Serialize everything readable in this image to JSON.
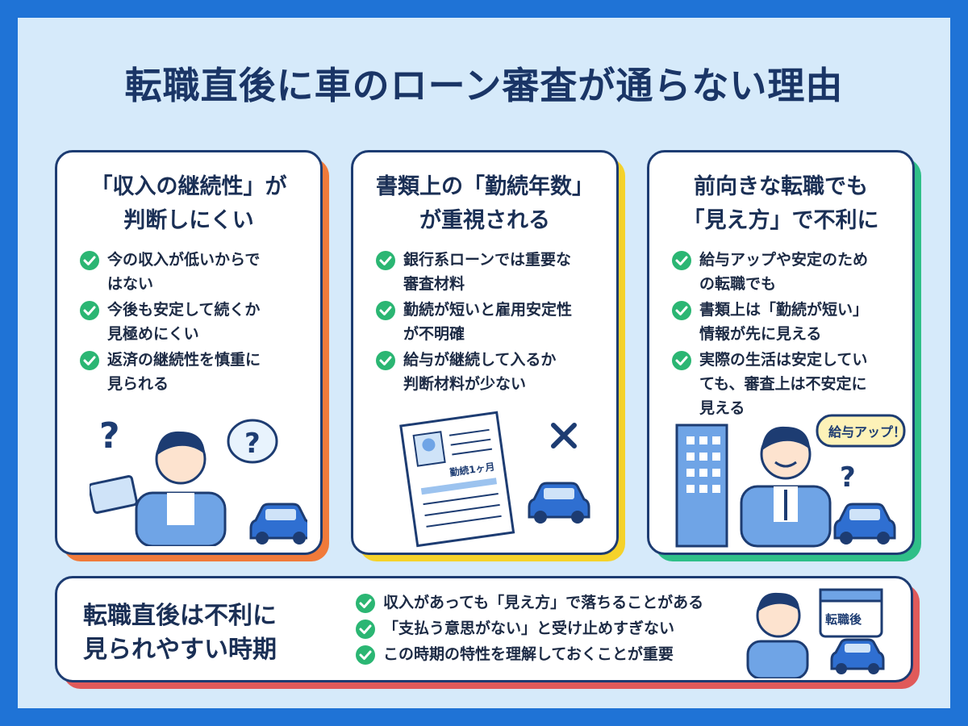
{
  "title": "転職直後に車のローン審査が通らない理由",
  "colors": {
    "frame": "#1f73d6",
    "background": "#d6eafa",
    "navy": "#1d3c72",
    "check": "#2bb673",
    "car": "#2f6fd1"
  },
  "cards": [
    {
      "title_lines": [
        "「収入の継続性」が",
        "判断しにくい"
      ],
      "accent": "#f07a3a",
      "items": [
        "今の収入が低いからで\nはない",
        "今後も安定して続くか\n見極めにくい",
        "返済の継続性を慎重に\n見られる"
      ]
    },
    {
      "title_lines": [
        "書類上の「勤続年数」",
        "が重視される"
      ],
      "accent": "#f5d22a",
      "items": [
        "銀行系ローンでは重要な\n審査材料",
        "勤続が短いと雇用安定性\nが不明確",
        "給与が継続して入るか\n判断材料が少ない"
      ],
      "doc_label": "勤続1ヶ月"
    },
    {
      "title_lines": [
        "前向きな転職でも",
        "「見え方」で不利に"
      ],
      "accent": "#2fbf88",
      "items": [
        "給与アップや安定のため\nの転職でも",
        "書類上は「勤続が短い」\n情報が先に見える",
        "実際の生活は安定してい\nても、審査上は不安定に\n見える"
      ],
      "bubble": "給与アップ！"
    }
  ],
  "bottom": {
    "title_lines": [
      "転職直後は不利に",
      "見られやすい時期"
    ],
    "items": [
      "収入があっても「見え方」で落ちることがある",
      "「支払う意思がない」と受け止めすぎない",
      "この時期の特性を理解しておくことが重要"
    ],
    "calendar_label": "転職後"
  }
}
